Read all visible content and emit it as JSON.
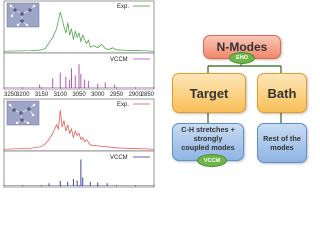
{
  "colors": {
    "exp_line": "#3a9a34",
    "vccm_top": "#a44aa8",
    "exp_line_2": "#e8483f",
    "vccm_bottom": "#2e2f8f",
    "nmodes_fill": "#f2876b",
    "target_fill": "#f9bf58",
    "leaf_fill": "#8fb4e3",
    "pill_fill": "#6fb54a"
  },
  "diagram": {
    "root": {
      "label": "N-Modes",
      "badge": "EHO"
    },
    "target": {
      "label": "Target"
    },
    "bath": {
      "label": "Bath"
    },
    "target_modes": {
      "line1": "C-H stretches +",
      "line2": "strongly",
      "line3": "coupled modes",
      "badge": "VCCM"
    },
    "rest_modes": {
      "line1": "Rest of the",
      "line2": "modes"
    }
  },
  "chart_data": [
    {
      "type": "line",
      "x_ticks": [
        3250,
        3200,
        3150,
        3100,
        3050,
        3000,
        2950,
        2900,
        2850
      ],
      "xlim": [
        3250,
        2850
      ],
      "panels": [
        {
          "legend": "Exp.",
          "color": "#3a9a34",
          "kind": "line",
          "x": [
            3250,
            3180,
            3150,
            3140,
            3130,
            3120,
            3110,
            3100,
            3090,
            3085,
            3080,
            3075,
            3070,
            3065,
            3060,
            3055,
            3050,
            3045,
            3040,
            3035,
            3030,
            3025,
            3020,
            3010,
            3000,
            2990,
            2980,
            2970,
            2960,
            2950,
            2850
          ],
          "y": [
            0.02,
            0.03,
            0.05,
            0.08,
            0.22,
            0.35,
            0.55,
            0.95,
            0.6,
            0.45,
            0.7,
            0.4,
            0.55,
            0.3,
            0.5,
            0.35,
            0.45,
            0.25,
            0.4,
            0.3,
            0.2,
            0.28,
            0.12,
            0.15,
            0.1,
            0.18,
            0.08,
            0.06,
            0.1,
            0.05,
            0.02
          ]
        },
        {
          "legend": "VCCM",
          "color": "#a44aa8",
          "kind": "stick",
          "x": [
            3155,
            3120,
            3100,
            3085,
            3075,
            3070,
            3060,
            3050,
            3045,
            3035,
            3025,
            3000,
            2980,
            2955
          ],
          "y": [
            0.12,
            0.35,
            0.55,
            0.4,
            0.3,
            0.7,
            0.45,
            0.85,
            0.5,
            0.3,
            0.25,
            0.15,
            0.2,
            0.12
          ]
        }
      ]
    },
    {
      "type": "line",
      "x_ticks": [
        3250,
        3200,
        3150,
        3100,
        3050,
        3000,
        2950,
        2900,
        2850
      ],
      "xlim": [
        3250,
        2850
      ],
      "panels": [
        {
          "legend": "Exp.",
          "color": "#e8483f",
          "kind": "line",
          "x": [
            3250,
            3180,
            3150,
            3140,
            3130,
            3120,
            3110,
            3105,
            3100,
            3095,
            3090,
            3085,
            3080,
            3075,
            3070,
            3065,
            3060,
            3055,
            3050,
            3045,
            3040,
            3035,
            3030,
            3020,
            3000,
            2980,
            2960,
            2950,
            2850
          ],
          "y": [
            0.02,
            0.04,
            0.08,
            0.15,
            0.25,
            0.4,
            0.6,
            0.5,
            0.95,
            0.55,
            0.7,
            0.45,
            0.6,
            0.4,
            0.5,
            0.3,
            0.45,
            0.35,
            0.4,
            0.25,
            0.3,
            0.2,
            0.25,
            0.12,
            0.1,
            0.08,
            0.06,
            0.05,
            0.02
          ]
        },
        {
          "legend": "VCCM",
          "color": "#2e2f8f",
          "kind": "stick",
          "x": [
            3130,
            3100,
            3080,
            3065,
            3055,
            3045,
            3040,
            3020,
            3000,
            2975
          ],
          "y": [
            0.1,
            0.18,
            0.15,
            0.25,
            0.2,
            0.95,
            0.3,
            0.15,
            0.12,
            0.1
          ]
        }
      ]
    }
  ]
}
